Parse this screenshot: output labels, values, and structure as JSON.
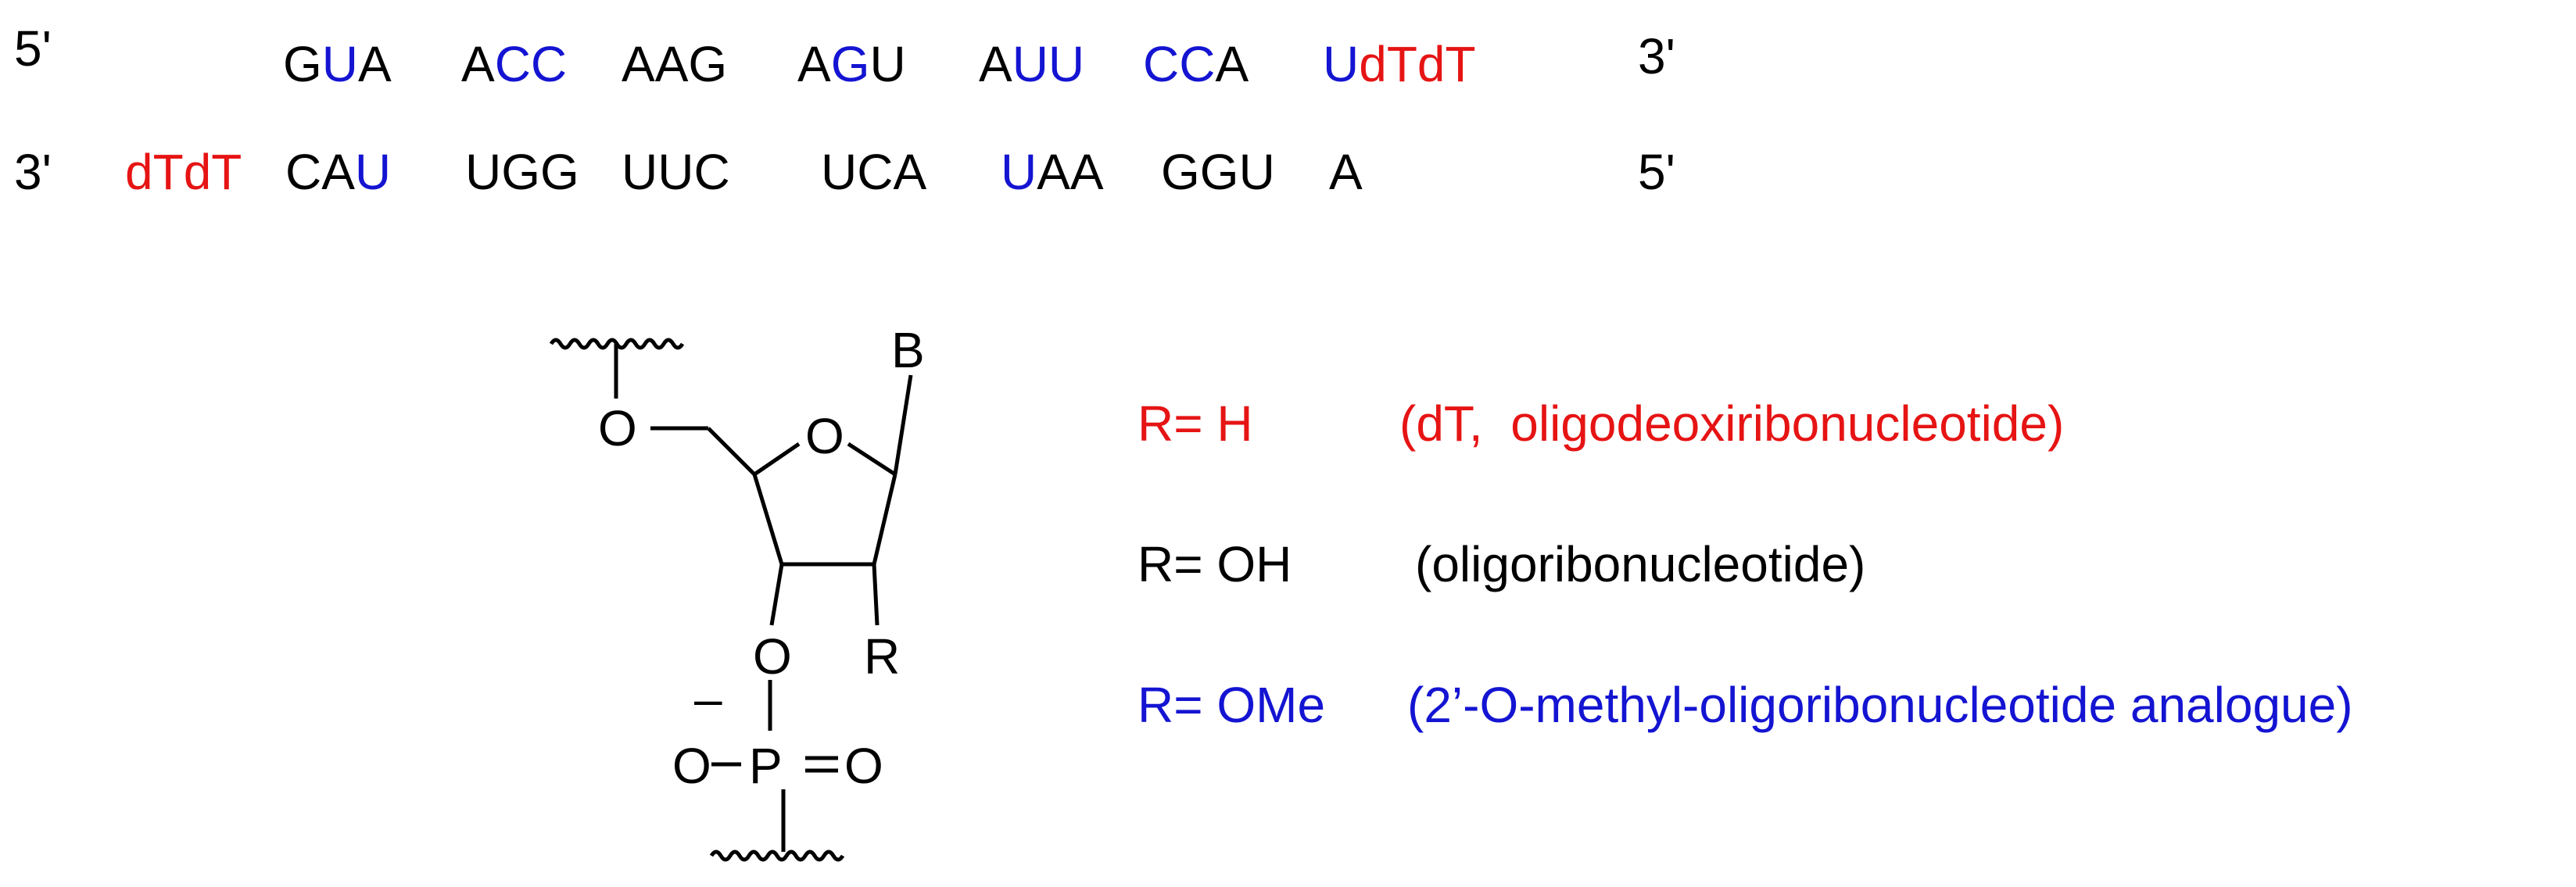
{
  "colors": {
    "black": "#000000",
    "blue": "#1414d2",
    "red": "#e61414"
  },
  "sense_strand": {
    "end_left": "5'",
    "end_right": "3'",
    "codons": [
      [
        {
          "t": "G",
          "c": "black"
        },
        {
          "t": "U",
          "c": "blue"
        },
        {
          "t": "A",
          "c": "black"
        }
      ],
      [
        {
          "t": "A",
          "c": "black"
        },
        {
          "t": "CC",
          "c": "blue"
        }
      ],
      [
        {
          "t": "AAG",
          "c": "black"
        }
      ],
      [
        {
          "t": "A",
          "c": "black"
        },
        {
          "t": "G",
          "c": "blue"
        },
        {
          "t": "U",
          "c": "black"
        }
      ],
      [
        {
          "t": "A",
          "c": "black"
        },
        {
          "t": "UU",
          "c": "blue"
        }
      ],
      [
        {
          "t": "CC",
          "c": "blue"
        },
        {
          "t": "A",
          "c": "black"
        }
      ],
      [
        {
          "t": "U",
          "c": "blue"
        },
        {
          "t": "dTdT",
          "c": "red"
        }
      ]
    ]
  },
  "antisense_strand": {
    "end_left": "3'",
    "end_right": "5'",
    "codons": [
      [
        {
          "t": "dTdT",
          "c": "red"
        }
      ],
      [
        {
          "t": "CA",
          "c": "black"
        },
        {
          "t": "U",
          "c": "blue"
        }
      ],
      [
        {
          "t": "UGG",
          "c": "black"
        }
      ],
      [
        {
          "t": "UUC",
          "c": "black"
        }
      ],
      [
        {
          "t": "UCA",
          "c": "black"
        }
      ],
      [
        {
          "t": "U",
          "c": "blue"
        },
        {
          "t": "AA",
          "c": "black"
        }
      ],
      [
        {
          "t": "GGU",
          "c": "black"
        }
      ],
      [
        {
          "t": "A",
          "c": "black"
        }
      ]
    ]
  },
  "structure": {
    "base": "B",
    "ring_oxygen": "O",
    "oxygen_5prime": "O",
    "oxygen_3prime": "O",
    "substituent": "R",
    "phosphate_o_left": "O",
    "phosphate_p": "P",
    "phosphate_eq": "=",
    "phosphate_o_right": "O",
    "charge": "–"
  },
  "legend": [
    {
      "formula": "R= H",
      "desc": "(dT,  oligodeoxiribonucleotide)",
      "color": "red"
    },
    {
      "formula": "R= OH",
      "desc": "(oligoribonucleotide)",
      "color": "black"
    },
    {
      "formula": "R= OMe",
      "desc": "(2’-O-methyl-oligoribonucleotide analogue)",
      "color": "blue"
    }
  ]
}
